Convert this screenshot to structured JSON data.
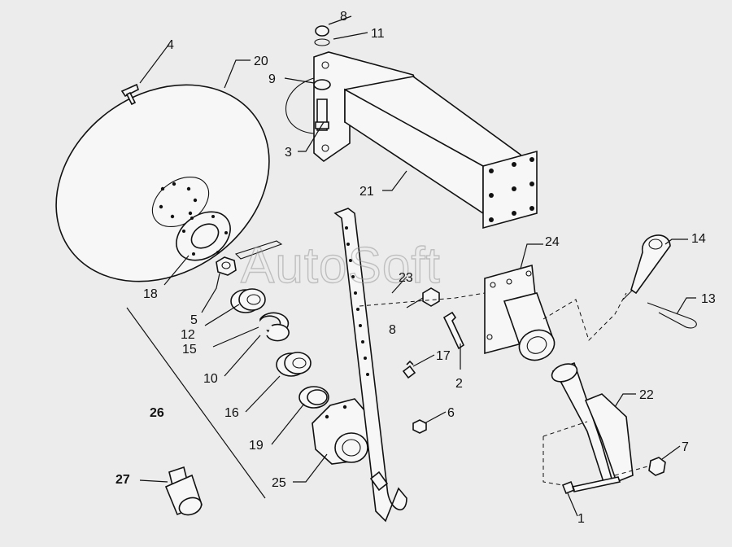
{
  "watermark": "AutoSoft",
  "callouts": [
    {
      "id": "1",
      "bold": false
    },
    {
      "id": "2",
      "bold": false
    },
    {
      "id": "3",
      "bold": false
    },
    {
      "id": "4",
      "bold": false
    },
    {
      "id": "5",
      "bold": false
    },
    {
      "id": "6",
      "bold": false
    },
    {
      "id": "7",
      "bold": false
    },
    {
      "id": "8",
      "bold": false
    },
    {
      "id": "8b",
      "text": "8",
      "bold": false
    },
    {
      "id": "9",
      "bold": false
    },
    {
      "id": "10",
      "bold": false
    },
    {
      "id": "11",
      "bold": false
    },
    {
      "id": "12",
      "bold": false
    },
    {
      "id": "13",
      "bold": false
    },
    {
      "id": "14",
      "bold": false
    },
    {
      "id": "15",
      "bold": false
    },
    {
      "id": "16",
      "bold": false
    },
    {
      "id": "17",
      "bold": false
    },
    {
      "id": "18",
      "bold": false
    },
    {
      "id": "19",
      "bold": false
    },
    {
      "id": "20",
      "bold": false
    },
    {
      "id": "21",
      "bold": false
    },
    {
      "id": "22",
      "bold": false
    },
    {
      "id": "23",
      "bold": false
    },
    {
      "id": "24",
      "bold": false
    },
    {
      "id": "25",
      "bold": false
    },
    {
      "id": "26",
      "bold": true
    },
    {
      "id": "27",
      "bold": true
    }
  ],
  "labels": {
    "c1": "1",
    "c2": "2",
    "c3": "3",
    "c4": "4",
    "c5": "5",
    "c6": "6",
    "c7": "7",
    "c8": "8",
    "c8b": "8",
    "c9": "9",
    "c10": "10",
    "c11": "11",
    "c12": "12",
    "c13": "13",
    "c14": "14",
    "c15": "15",
    "c16": "16",
    "c17": "17",
    "c18": "18",
    "c19": "19",
    "c20": "20",
    "c21": "21",
    "c22": "22",
    "c23": "23",
    "c24": "24",
    "c25": "25",
    "c26": "26",
    "c27": "27"
  }
}
